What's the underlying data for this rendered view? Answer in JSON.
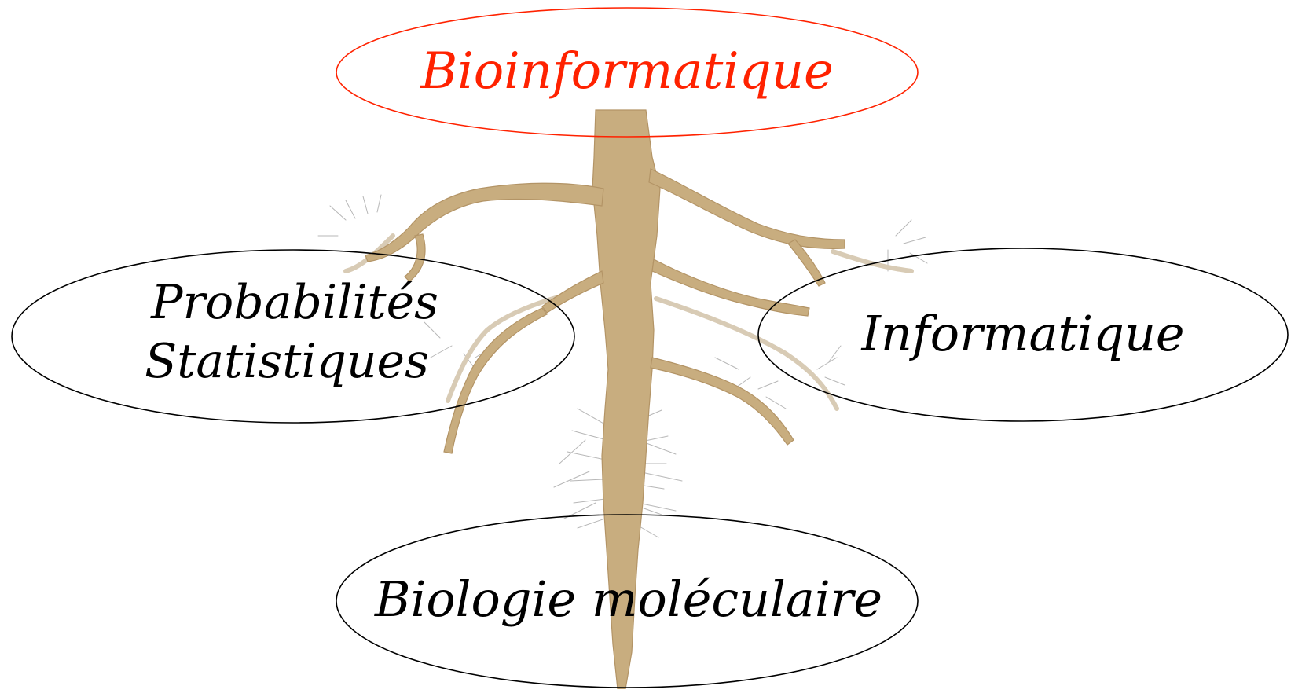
{
  "nodes": {
    "top": {
      "label": "Bioinformatique",
      "color": "#ff2200"
    },
    "left": {
      "lines": [
        "Probabilités",
        "Statistiques"
      ],
      "color": "#000000"
    },
    "right": {
      "label": "Informatique",
      "color": "#000000"
    },
    "bottom": {
      "label": "Biologie moléculaire",
      "color": "#000000"
    }
  },
  "colors": {
    "root": "#c8ad7f",
    "ellipse_top": "#ff2200",
    "ellipse_other": "#000000"
  }
}
